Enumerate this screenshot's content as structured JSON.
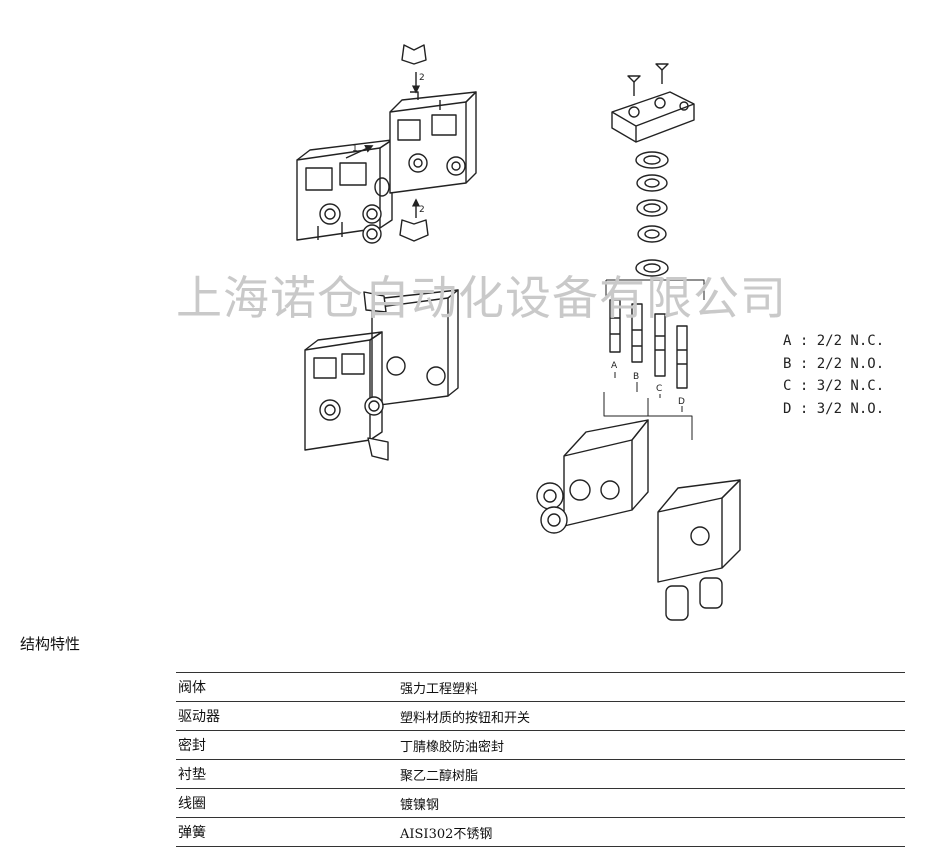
{
  "diagram": {
    "arrow_labels": [
      "1",
      "2",
      "2"
    ],
    "pin_labels": [
      "A",
      "B",
      "C",
      "D"
    ],
    "watermark": "上海诺仓自动化设备有限公司",
    "legend": [
      "A : 2/2 N.C.",
      "B : 2/2 N.O.",
      "C : 3/2 N.C.",
      "D : 3/2 N.O."
    ]
  },
  "section_title": "结构特性",
  "spec_rows": [
    {
      "key": "阀体",
      "value": "强力工程塑料"
    },
    {
      "key": "驱动器",
      "value": "塑料材质的按钮和开关"
    },
    {
      "key": "密封",
      "value": "丁腈橡胶防油密封"
    },
    {
      "key": "衬垫",
      "value": "聚乙二醇树脂"
    },
    {
      "key": "线圈",
      "value": "镀镍钢"
    },
    {
      "key": "弹簧",
      "value": "AISI302不锈钢"
    }
  ]
}
